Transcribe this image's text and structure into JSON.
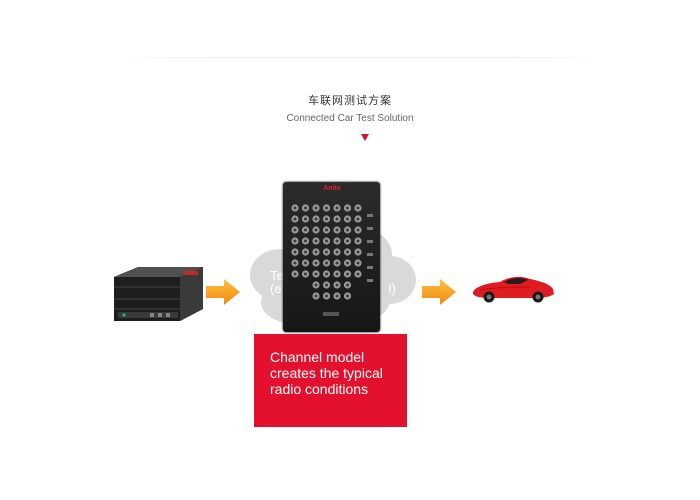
{
  "header": {
    "title_cn": "车联网测试方案",
    "title_en": "Connected Car Test Solution"
  },
  "diagram": {
    "cloud_text_1": "Te",
    "cloud_text_2": "(e",
    "cloud_text_3": "I)",
    "rack_logo": "Anite",
    "info_box_text": "Channel model creates the typical radio conditions"
  },
  "colors": {
    "accent_red": "#e3112e",
    "arrow_orange": "#f7a11a",
    "rack_dark": "#1c1c1c"
  },
  "icons": {
    "source_device": "signal-generator-icon",
    "arrows": "right-arrow-icon",
    "cloud": "cloud-icon",
    "rack": "channel-emulator-icon",
    "car": "sports-car-icon"
  }
}
